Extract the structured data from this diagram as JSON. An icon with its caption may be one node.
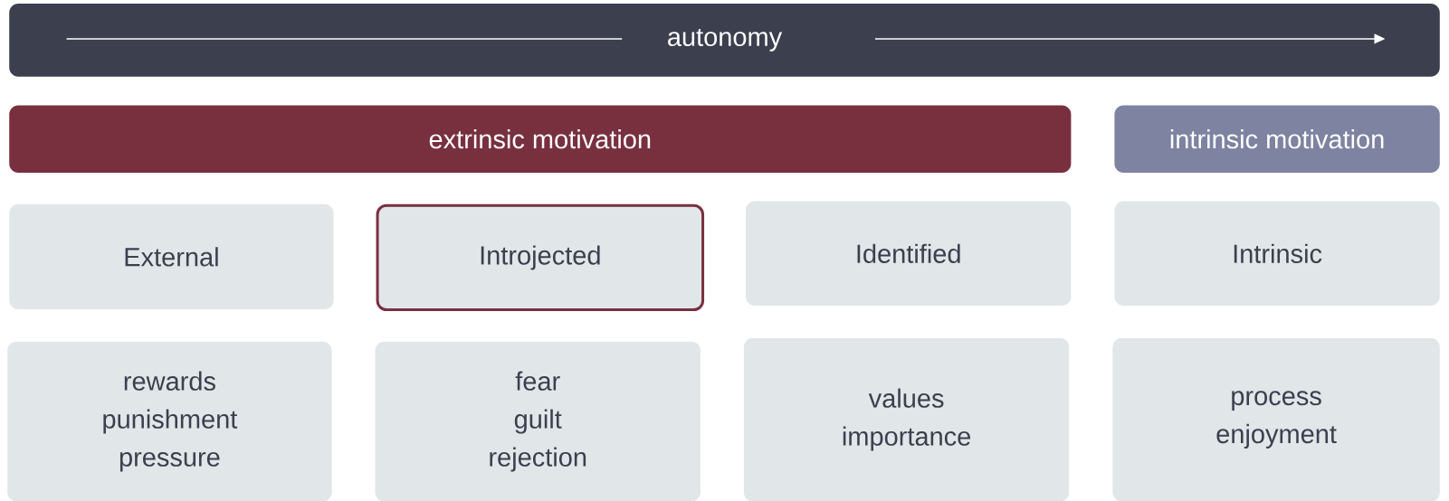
{
  "diagram": {
    "nodes": [
      {
        "text": [
          "autonomy"
        ]
      },
      {
        "text": [
          "extrinsic motivation"
        ]
      },
      {
        "text": [
          "intrinsic motivation"
        ]
      },
      {
        "text": [
          "External"
        ]
      },
      {
        "text": [
          "Introjected"
        ]
      },
      {
        "text": [
          "Identified"
        ]
      },
      {
        "text": [
          "Intrinsic"
        ]
      },
      {
        "text": [
          "rewards",
          "punishment",
          "pressure"
        ]
      },
      {
        "text": [
          "fear",
          "guilt",
          "rejection"
        ]
      },
      {
        "text": [
          "values",
          "importance"
        ]
      },
      {
        "text": [
          "process",
          "enjoyment"
        ]
      }
    ]
  }
}
